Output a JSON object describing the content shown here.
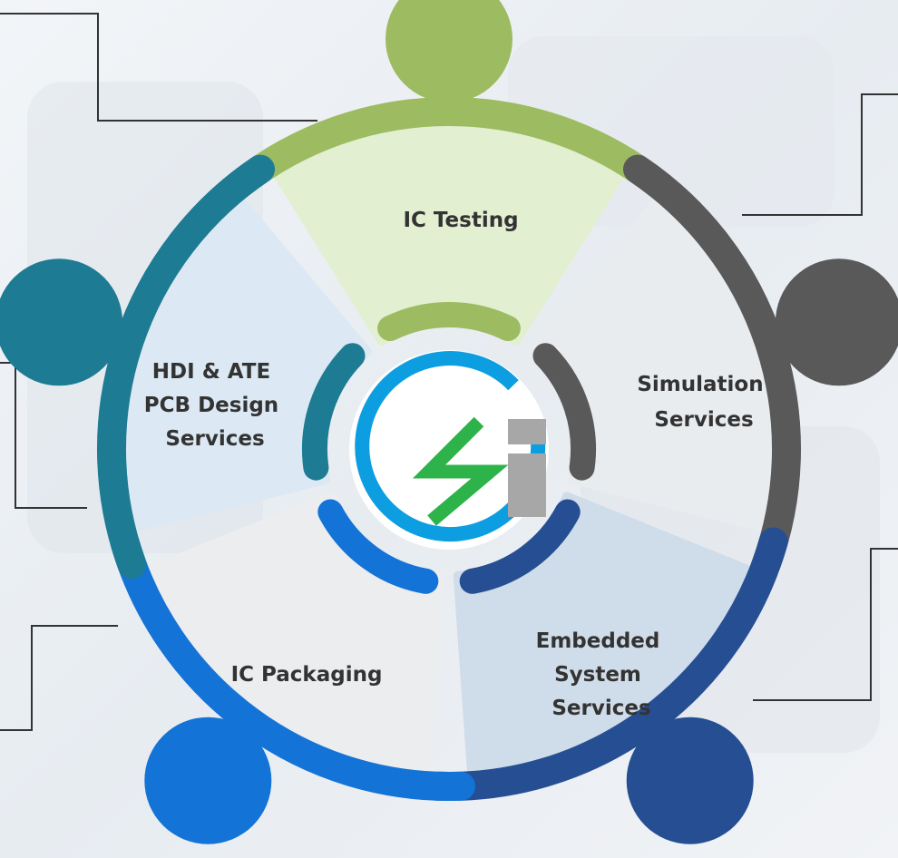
{
  "segments": [
    {
      "id": "ic-testing",
      "lines": [
        "IC Testing"
      ],
      "color": "#9dbb61",
      "fill": "#e2efd1",
      "text_color": "#333333"
    },
    {
      "id": "simulation",
      "lines": [
        "Simulation",
        "Services"
      ],
      "color": "#595959",
      "fill": "#e9ecef",
      "text_color": "#333333"
    },
    {
      "id": "embedded",
      "lines": [
        "Embedded",
        "System",
        "Services"
      ],
      "color": "#264e93",
      "fill": "#cfdce9",
      "text_color": "#333333"
    },
    {
      "id": "ic-packaging",
      "lines": [
        "IC Packaging"
      ],
      "color": "#1473d6",
      "fill": "#ebedef",
      "text_color": "#333333"
    },
    {
      "id": "hdi-pcb",
      "lines": [
        "HDI & ATE",
        "PCB Design",
        "Services"
      ],
      "color": "#1d7b93",
      "fill": "#dce8f3",
      "text_color": "#333333"
    }
  ],
  "logo": {
    "ring_color": "#0c9ee0",
    "bolt_color": "#2eb34a",
    "block_color": "#a7a7a7",
    "letters": "SI"
  },
  "connector_color": "#333333",
  "background": "#eef1f4"
}
